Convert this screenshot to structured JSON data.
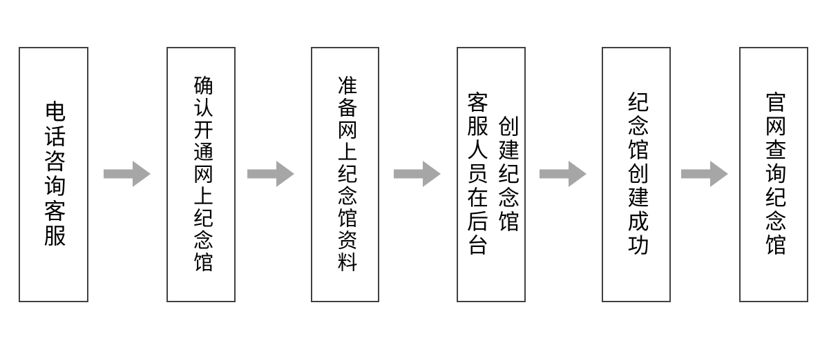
{
  "flow": {
    "type": "flowchart",
    "direction": "left-to-right",
    "background_color": "#ffffff",
    "box_border_color": "#404040",
    "text_color": "#000000",
    "arrow_color": "#a6a6a6",
    "boxes": [
      {
        "id": "step-1",
        "columns": [
          "电话咨询客服"
        ]
      },
      {
        "id": "step-2",
        "columns": [
          "确认开通网上纪念馆"
        ]
      },
      {
        "id": "step-3",
        "columns": [
          "准备网上纪念馆资料"
        ]
      },
      {
        "id": "step-4",
        "columns": [
          "客服人员在后台",
          "创建纪念馆"
        ]
      },
      {
        "id": "step-5",
        "columns": [
          "纪念馆创建成功"
        ]
      },
      {
        "id": "step-6",
        "columns": [
          "官网查询纪念馆"
        ]
      }
    ],
    "arrows": [
      {
        "id": "arrow-1",
        "from": "step-1",
        "to": "step-2",
        "direction": "right"
      },
      {
        "id": "arrow-2",
        "from": "step-2",
        "to": "step-3",
        "direction": "right"
      },
      {
        "id": "arrow-3",
        "from": "step-3",
        "to": "step-4",
        "direction": "right"
      },
      {
        "id": "arrow-4",
        "from": "step-4",
        "to": "step-5",
        "direction": "right"
      },
      {
        "id": "arrow-5",
        "from": "step-5",
        "to": "step-6",
        "direction": "right"
      }
    ]
  }
}
